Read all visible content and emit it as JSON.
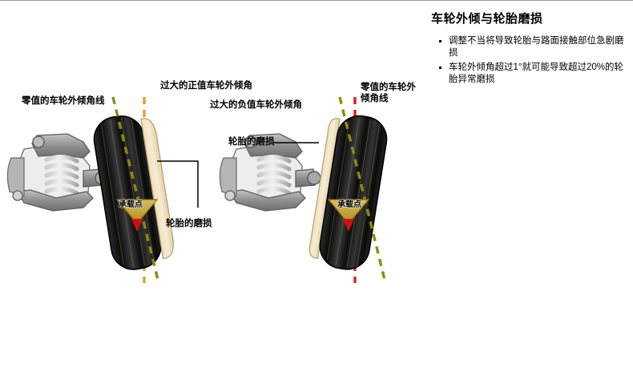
{
  "panel": {
    "title": "车轮外倾与轮胎磨损",
    "bullets": [
      "调整不当将导致轮胎与路面接触部位急剧磨损",
      "车轮外倾角超过1°就可能导致超过20%的轮胎异常磨损"
    ]
  },
  "diagram": {
    "labels": {
      "zero_camber_left": "零值的车轮外倾角线",
      "excess_positive_camber": "过大的正值车轮外倾角",
      "excess_negative_camber": "过大的负值车轮外倾角",
      "zero_camber_right": "零值的车轮外倾角线",
      "tire_wear_left": "轮胎的磨损",
      "tire_wear_right": "轮胎的磨损",
      "load_point_left": "承载点",
      "load_point_right": "承载点"
    },
    "colors": {
      "zero_camber_line_left": "#E8A020",
      "zero_camber_line_right": "#E02020",
      "camber_angle_line": "#8C8C10",
      "tire_tread": "#111111",
      "tire_sidewall": "#F2E3C0",
      "suspension": "#9a9a9a",
      "load_marker_fill": "#C9A227",
      "load_marker_tip": "#D01010",
      "text": "#000000",
      "background": "#FFFFFF"
    }
  }
}
